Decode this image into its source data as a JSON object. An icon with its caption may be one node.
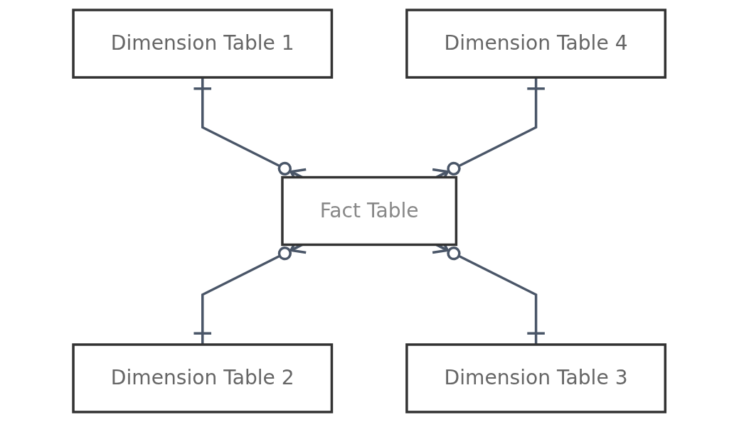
{
  "diagram": {
    "nodes": [
      {
        "text": [
          "Dimension Table 1"
        ]
      },
      {
        "text": [
          "Dimension Table 4"
        ]
      },
      {
        "text": [
          "Fact Table"
        ]
      },
      {
        "text": [
          "Dimension Table 2"
        ]
      },
      {
        "text": [
          "Dimension Table 3"
        ]
      }
    ],
    "edges": [
      {
        "from": 0,
        "to": 2,
        "arrow": "other"
      },
      {
        "from": 1,
        "to": 2,
        "arrow": "other"
      },
      {
        "from": 3,
        "to": 2,
        "arrow": "other"
      },
      {
        "from": 4,
        "to": 2,
        "arrow": "other"
      }
    ]
  }
}
